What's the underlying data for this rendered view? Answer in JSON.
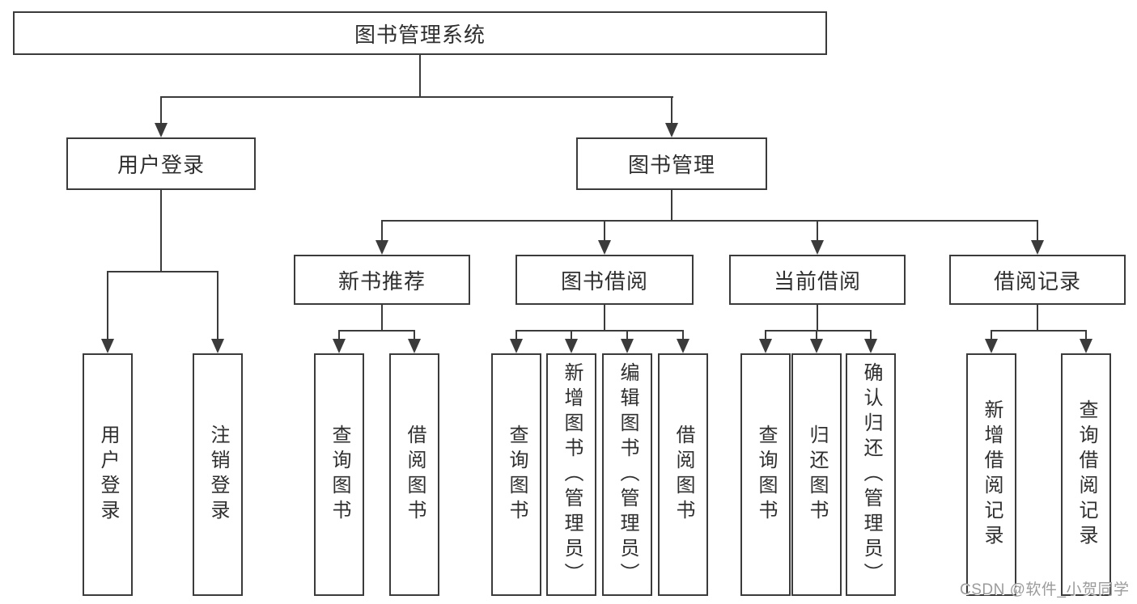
{
  "diagram": {
    "root": {
      "label": "图书管理系统"
    },
    "branches": [
      {
        "label": "用户登录",
        "children": [
          {
            "label": "用户登录"
          },
          {
            "label": "注销登录"
          }
        ]
      },
      {
        "label": "图书管理",
        "children": [
          {
            "label": "新书推荐",
            "children": [
              {
                "label": "查询图书"
              },
              {
                "label": "借阅图书"
              }
            ]
          },
          {
            "label": "图书借阅",
            "children": [
              {
                "label": "查询图书"
              },
              {
                "label": "新增图书（管理员）"
              },
              {
                "label": "编辑图书（管理员）"
              },
              {
                "label": "借阅图书"
              }
            ]
          },
          {
            "label": "当前借阅",
            "children": [
              {
                "label": "查询图书"
              },
              {
                "label": "归还图书"
              },
              {
                "label": "确认归还（管理员）"
              }
            ]
          },
          {
            "label": "借阅记录",
            "children": [
              {
                "label": "新增借阅记录"
              },
              {
                "label": "查询借阅记录"
              }
            ]
          }
        ]
      }
    ]
  },
  "watermark": {
    "text": "CSDN @软件_小贺同学"
  },
  "colors": {
    "line": "#3b3b3b",
    "text": "#2f2f2f",
    "watermark": "#9b9b9b",
    "background": "#ffffff"
  }
}
